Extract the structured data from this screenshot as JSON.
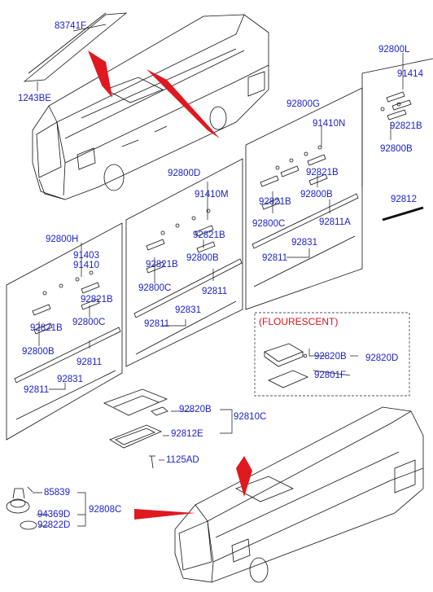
{
  "diagram": {
    "parts": {
      "p83741F": "83741F",
      "p1243BE": "1243BE",
      "p92800L": "92800L",
      "p91414": "91414",
      "p92821B_L": "92821B",
      "p92800B_L": "92800B",
      "p92800G": "92800G",
      "p91410N": "91410N",
      "p92821B_G": "92821B",
      "p92821B_G2": "92821B",
      "p92800B_G": "92800B",
      "p92800C_G": "92800C",
      "p92811A": "92811A",
      "p92831_G": "92831",
      "p92811_G": "92811",
      "p92812": "92812",
      "p92800D": "92800D",
      "p91410M": "91410M",
      "p92821B_D": "92821B",
      "p92821B_D2": "92821B",
      "p92800B_D": "92800B",
      "p92800C_D": "92800C",
      "p92811_D": "92811",
      "p92831_D": "92831",
      "p92811_D2": "92811",
      "p92800H": "92800H",
      "p91403": "91403",
      "p91410": "91410",
      "p92821B_H": "92821B",
      "p92821B_H2": "92821B",
      "p92800C_H": "92800C",
      "p92800B_H": "92800B",
      "p92811_H": "92811",
      "p92831_H": "92831",
      "p92811_H2": "92811",
      "flourescent": "(FLOURESCENT)",
      "p92820B": "92820B",
      "p92820D": "92820D",
      "p92801F": "92801F",
      "p92820B_2": "92820B",
      "p92810C": "92810C",
      "p92812E": "92812E",
      "p1125AD": "1125AD",
      "p85839": "85839",
      "p92808C": "92808C",
      "p94369D": "94369D",
      "p92822D": "92822D"
    }
  },
  "colors": {
    "label": "#1c22c8",
    "callout_arrow": "#e01820",
    "line": "#111111",
    "red_box": "#d8141c"
  }
}
